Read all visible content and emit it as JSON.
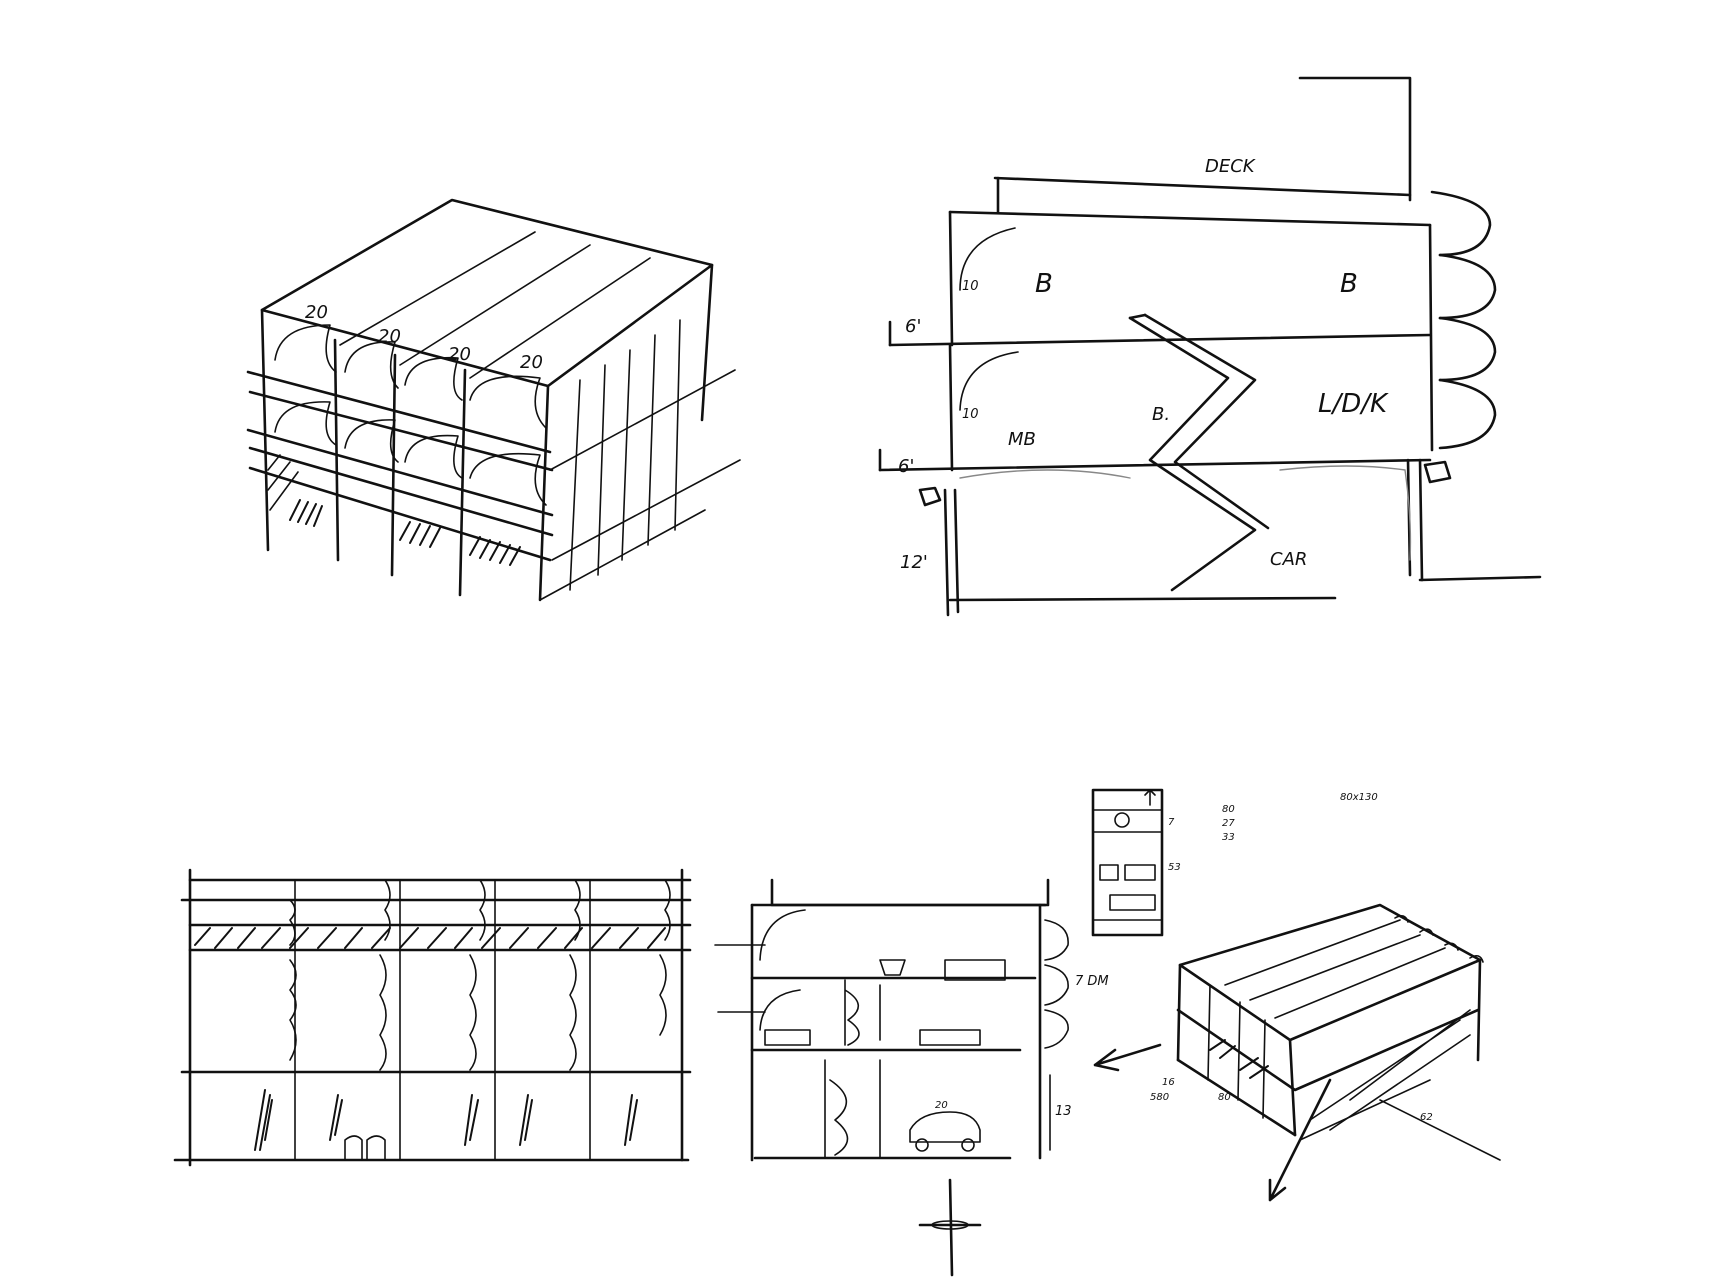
{
  "sketch_axon": {
    "bay_labels": [
      "20",
      "20",
      "20",
      "20"
    ]
  },
  "sketch_section": {
    "deck_label": "DECK",
    "room_labels": [
      "B",
      "B",
      "B.",
      "MB",
      "L/D/K",
      "CAR"
    ],
    "dimension_labels": [
      "10",
      "10",
      "6'",
      "6'",
      "12'"
    ]
  },
  "sketch_elevation_section": {
    "height_note": "7 DM",
    "floor_note": "13",
    "car_note": "20",
    "stack_labels": [
      "7",
      "53"
    ],
    "totals": [
      "80",
      "27",
      "33"
    ],
    "size_note": "80x130"
  },
  "sketch_axon_small": {
    "notes": [
      "16",
      "580",
      "80",
      "62"
    ]
  }
}
